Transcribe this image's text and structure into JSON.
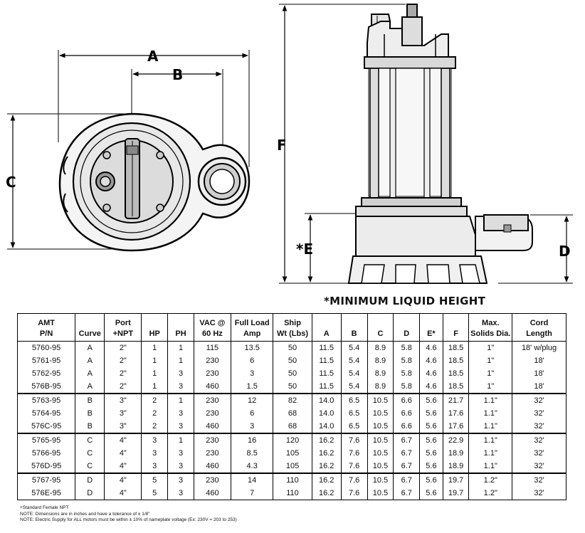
{
  "diagram": {
    "dimension_labels": {
      "A": "A",
      "B": "B",
      "C": "C",
      "F": "F",
      "E": "*E",
      "D": "D"
    },
    "caption": "*MINIMUM LIQUID HEIGHT"
  },
  "table": {
    "headers": [
      {
        "l1": "AMT",
        "l2": "P/N"
      },
      {
        "l1": "",
        "l2": "Curve"
      },
      {
        "l1": "Port",
        "l2": "+NPT"
      },
      {
        "l1": "",
        "l2": "HP"
      },
      {
        "l1": "",
        "l2": "PH"
      },
      {
        "l1": "VAC @",
        "l2": "60 Hz"
      },
      {
        "l1": "Full Load",
        "l2": "Amp"
      },
      {
        "l1": "Ship",
        "l2": "Wt (Lbs)"
      },
      {
        "l1": "",
        "l2": "A"
      },
      {
        "l1": "",
        "l2": "B"
      },
      {
        "l1": "",
        "l2": "C"
      },
      {
        "l1": "",
        "l2": "D"
      },
      {
        "l1": "",
        "l2": "E*"
      },
      {
        "l1": "",
        "l2": "F"
      },
      {
        "l1": "Max.",
        "l2": "Solids Dia."
      },
      {
        "l1": "Cord",
        "l2": "Length"
      }
    ],
    "rows": [
      [
        "5760-95",
        "A",
        "2\"",
        "1",
        "1",
        "115",
        "13.5",
        "50",
        "11.5",
        "5.4",
        "8.9",
        "5.8",
        "4.6",
        "18.5",
        "1\"",
        "18' w/plug"
      ],
      [
        "5761-95",
        "A",
        "2\"",
        "1",
        "1",
        "230",
        "6",
        "50",
        "11.5",
        "5.4",
        "8.9",
        "5.8",
        "4.6",
        "18.5",
        "1\"",
        "18'"
      ],
      [
        "5762-95",
        "A",
        "2\"",
        "1",
        "3",
        "230",
        "3",
        "50",
        "11.5",
        "5.4",
        "8.9",
        "5.8",
        "4.6",
        "18.5",
        "1\"",
        "18'"
      ],
      [
        "576B-95",
        "A",
        "2\"",
        "1",
        "3",
        "460",
        "1.5",
        "50",
        "11.5",
        "5.4",
        "8.9",
        "5.8",
        "4.6",
        "18.5",
        "1\"",
        "18'"
      ],
      [
        "5763-95",
        "B",
        "3\"",
        "2",
        "1",
        "230",
        "12",
        "82",
        "14.0",
        "6.5",
        "10.5",
        "6.6",
        "5.6",
        "21.7",
        "1.1\"",
        "32'"
      ],
      [
        "5764-95",
        "B",
        "3\"",
        "2",
        "3",
        "230",
        "6",
        "68",
        "14.0",
        "6.5",
        "10.5",
        "6.6",
        "5.6",
        "17.6",
        "1.1\"",
        "32'"
      ],
      [
        "576C-95",
        "B",
        "3\"",
        "2",
        "3",
        "460",
        "3",
        "68",
        "14.0",
        "6.5",
        "10.5",
        "6.6",
        "5.6",
        "17.6",
        "1.1\"",
        "32'"
      ],
      [
        "5765-95",
        "C",
        "4\"",
        "3",
        "1",
        "230",
        "16",
        "120",
        "16.2",
        "7.6",
        "10.5",
        "6.7",
        "5.6",
        "22.9",
        "1.1\"",
        "32'"
      ],
      [
        "5766-95",
        "C",
        "4\"",
        "3",
        "3",
        "230",
        "8.5",
        "105",
        "16.2",
        "7.6",
        "10.5",
        "6.7",
        "5.6",
        "18.9",
        "1.1\"",
        "32'"
      ],
      [
        "576D-95",
        "C",
        "4\"",
        "3",
        "3",
        "460",
        "4.3",
        "105",
        "16.2",
        "7.6",
        "10.5",
        "6.7",
        "5.6",
        "18.9",
        "1.1\"",
        "32'"
      ],
      [
        "5767-95",
        "D",
        "4\"",
        "5",
        "3",
        "230",
        "14",
        "110",
        "16.2",
        "7.6",
        "10.5",
        "6.7",
        "5.6",
        "19.7",
        "1.2\"",
        "32'"
      ],
      [
        "576E-95",
        "D",
        "4\"",
        "5",
        "3",
        "460",
        "7",
        "110",
        "16.2",
        "7.6",
        "10.5",
        "6.7",
        "5.6",
        "19.7",
        "1.2\"",
        "32'"
      ]
    ]
  },
  "notes": [
    "+Standard Female NPT",
    "NOTE: Dimensions are in inches and have a tolerance of ± 1/8\"",
    "NOTE: Electric Supply for ALL motors must be within ± 10% of nameplate voltage (Ex: 230V = 203 to 253)"
  ]
}
